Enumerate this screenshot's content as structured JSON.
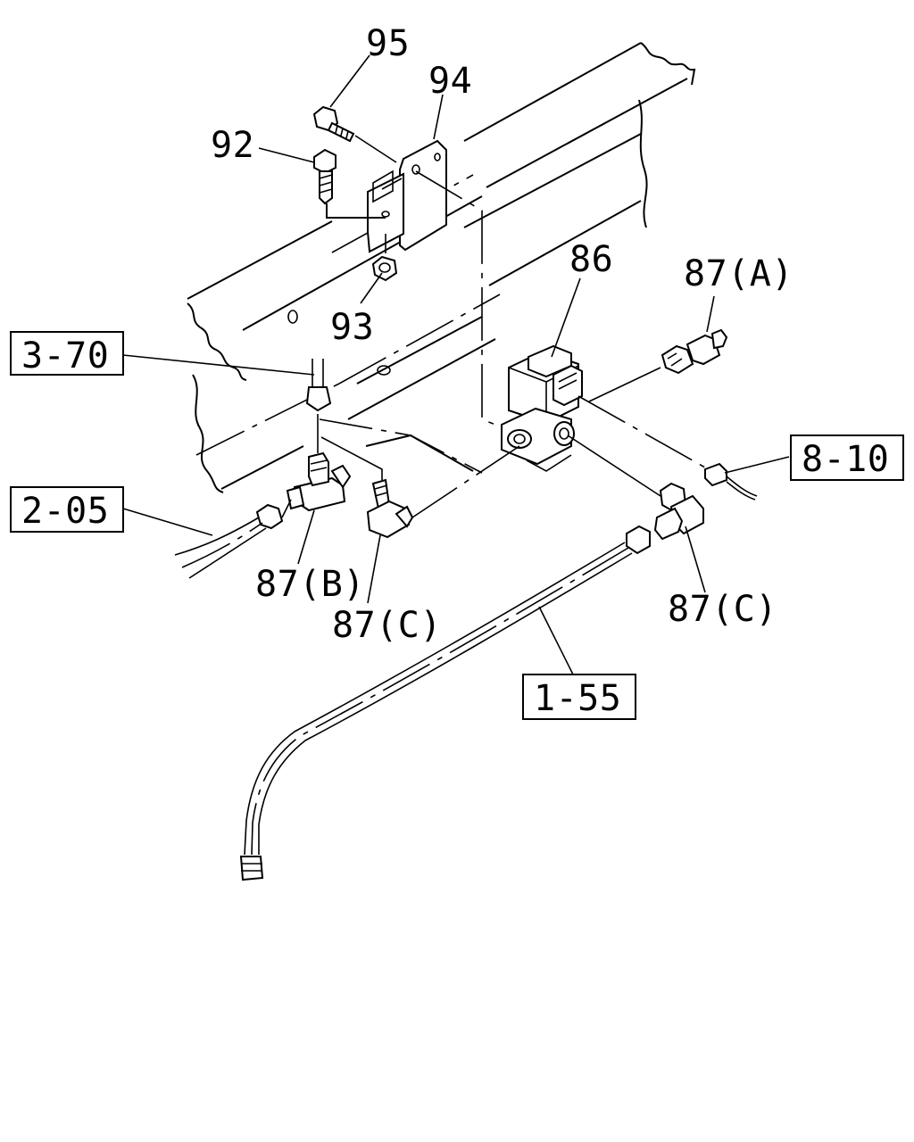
{
  "callouts": {
    "c95": "95",
    "c94": "94",
    "c92": "92",
    "c93": "93",
    "c86": "86",
    "c87A": "87(A)",
    "c87B": "87(B)",
    "c87C_left": "87(C)",
    "c87C_right": "87(C)"
  },
  "refs": {
    "r370": "3-70",
    "r205": "2-05",
    "r810": "8-10",
    "r155": "1-55"
  }
}
